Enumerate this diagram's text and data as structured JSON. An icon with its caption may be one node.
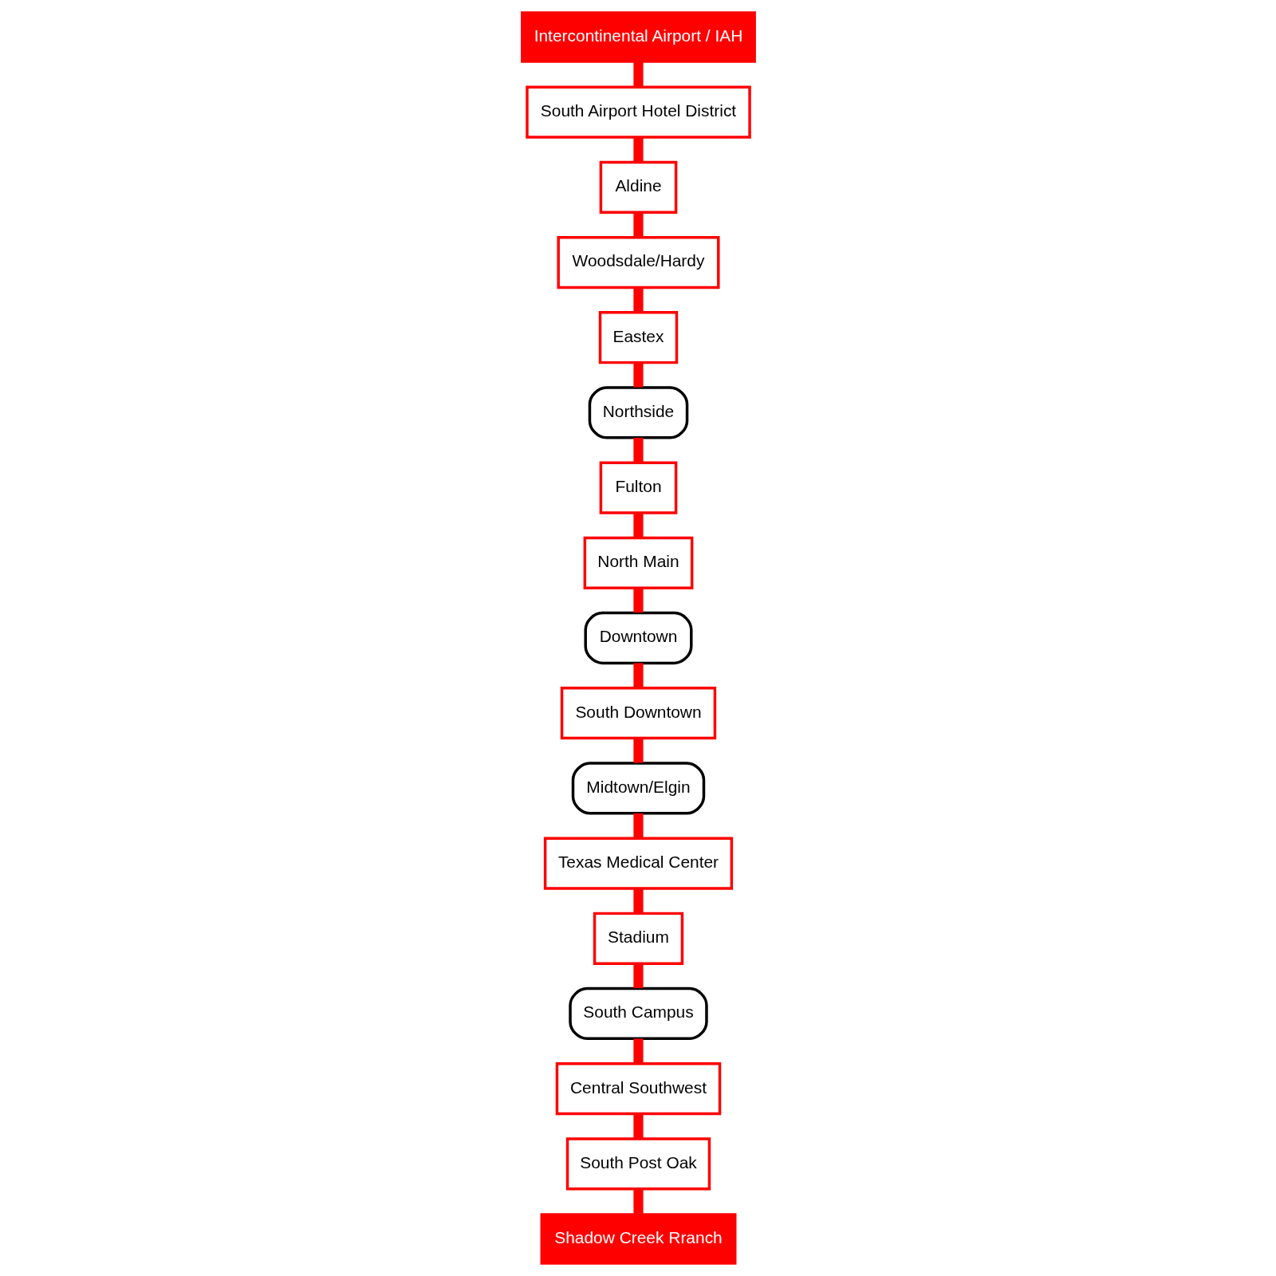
{
  "diagram": {
    "nodes": [
      {
        "text": [
          "Intercontinental Airport / IAH"
        ]
      },
      {
        "text": [
          "South Airport Hotel District"
        ]
      },
      {
        "text": [
          "Aldine"
        ]
      },
      {
        "text": [
          "Woodsdale/Hardy"
        ]
      },
      {
        "text": [
          "Eastex"
        ]
      },
      {
        "text": [
          "Northside"
        ]
      },
      {
        "text": [
          "Fulton"
        ]
      },
      {
        "text": [
          "North Main"
        ]
      },
      {
        "text": [
          "Downtown"
        ]
      },
      {
        "text": [
          "South Downtown"
        ]
      },
      {
        "text": [
          "Midtown/Elgin"
        ]
      },
      {
        "text": [
          "Texas Medical Center"
        ]
      },
      {
        "text": [
          "Stadium"
        ]
      },
      {
        "text": [
          "South Campus"
        ]
      },
      {
        "text": [
          "Central Southwest"
        ]
      },
      {
        "text": [
          "South Post Oak"
        ]
      },
      {
        "text": [
          "Shadow Creek Rranch"
        ]
      }
    ],
    "edges": [
      {
        "from": 0,
        "to": 1,
        "arrow": "none"
      },
      {
        "from": 1,
        "to": 2,
        "arrow": "none"
      },
      {
        "from": 2,
        "to": 3,
        "arrow": "none"
      },
      {
        "from": 3,
        "to": 4,
        "arrow": "none"
      },
      {
        "from": 4,
        "to": 5,
        "arrow": "none"
      },
      {
        "from": 5,
        "to": 6,
        "arrow": "none"
      },
      {
        "from": 6,
        "to": 7,
        "arrow": "none"
      },
      {
        "from": 7,
        "to": 8,
        "arrow": "none"
      },
      {
        "from": 8,
        "to": 9,
        "arrow": "none"
      },
      {
        "from": 9,
        "to": 10,
        "arrow": "none"
      },
      {
        "from": 10,
        "to": 11,
        "arrow": "none"
      },
      {
        "from": 11,
        "to": 12,
        "arrow": "none"
      },
      {
        "from": 12,
        "to": 13,
        "arrow": "none"
      },
      {
        "from": 13,
        "to": 14,
        "arrow": "none"
      },
      {
        "from": 14,
        "to": 15,
        "arrow": "none"
      },
      {
        "from": 15,
        "to": 16,
        "arrow": "none"
      }
    ]
  }
}
